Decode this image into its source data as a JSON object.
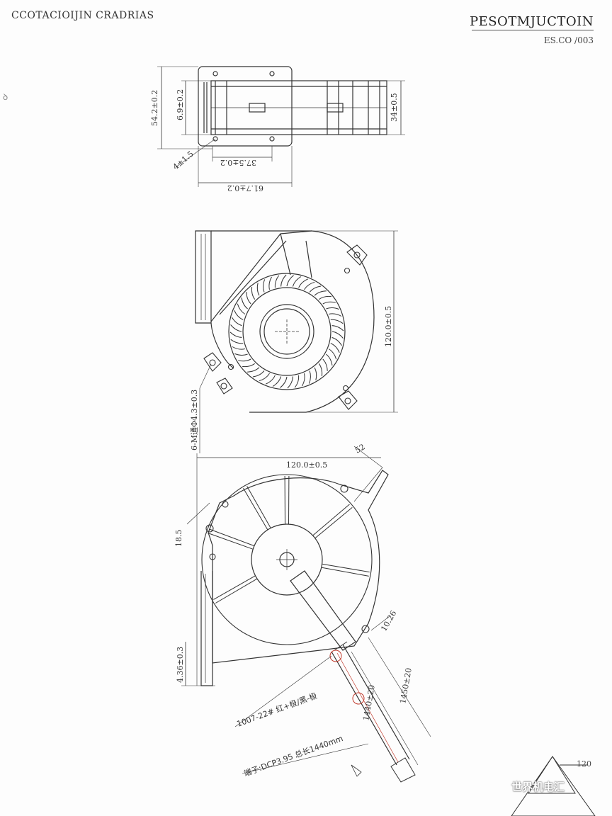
{
  "header": {
    "left_title": "CCOTACIOIJIN CRADRIAS",
    "right_title": "PESOTMJUCTOIN",
    "right_sub": "ES.CO /003"
  },
  "margin_mark": "ꝺ",
  "dimensions": {
    "side_height_outer": "54.2±0.2",
    "side_height_inner": "6.9±0.2",
    "side_height_right": "34±0.5",
    "side_hole": "4±1.5",
    "side_width_inner": "37.5±0.2",
    "side_width_outer": "61.7±0.2",
    "front_height": "120.0±0.5",
    "front_holes": "6-M通Φ4.3±0.3",
    "back_width": "120.0±0.5",
    "back_outlet": "52",
    "back_side": "18.5",
    "back_foot": "4.36±0.3",
    "wire_offset": "10.26",
    "wire_len_inner": "1440±20",
    "wire_len_outer": "1450±20",
    "wire_spec": "1007-22# 红+极/黑-极",
    "wire_note": "端子:DCP3.95 总长1440mm",
    "corner_label": "120"
  },
  "watermark": "世界机电汇"
}
